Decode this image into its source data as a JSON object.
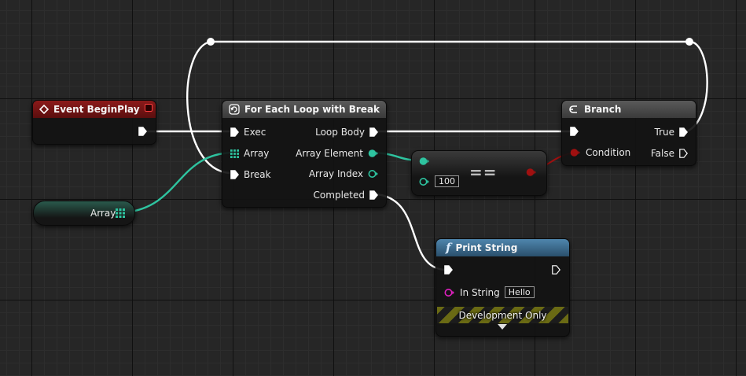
{
  "colors": {
    "exec_wire": "#ffffff",
    "array_wire": "#2ec4a0",
    "bool_wire": "#a01010",
    "event_header": "#7a1414",
    "function_header": "#3a6a8a",
    "macro_header": "#4a4a4a",
    "array_pin": "#2ec4a0",
    "bool_pin": "#c01818",
    "string_pin": "#e020c0"
  },
  "nodes": {
    "event_begin_play": {
      "title": "Event BeginPlay",
      "icon": "event-diamond-icon"
    },
    "array_variable": {
      "label": "Array",
      "icon": "array-grid-icon"
    },
    "for_each_loop": {
      "title": "For Each Loop with Break",
      "icon": "loop-macro-icon",
      "inputs": [
        "Exec",
        "Array",
        "Break"
      ],
      "outputs": [
        "Loop Body",
        "Array Element",
        "Array Index",
        "Completed"
      ]
    },
    "equal_node": {
      "symbol": "==",
      "default_value": "100"
    },
    "branch": {
      "title": "Branch",
      "icon": "branch-icon",
      "inputs": [
        "Condition"
      ],
      "outputs": [
        "True",
        "False"
      ]
    },
    "print_string": {
      "title": "Print String",
      "icon_glyph": "f",
      "in_string_label": "In String",
      "in_string_value": "Hello",
      "footer": "Development Only"
    }
  }
}
